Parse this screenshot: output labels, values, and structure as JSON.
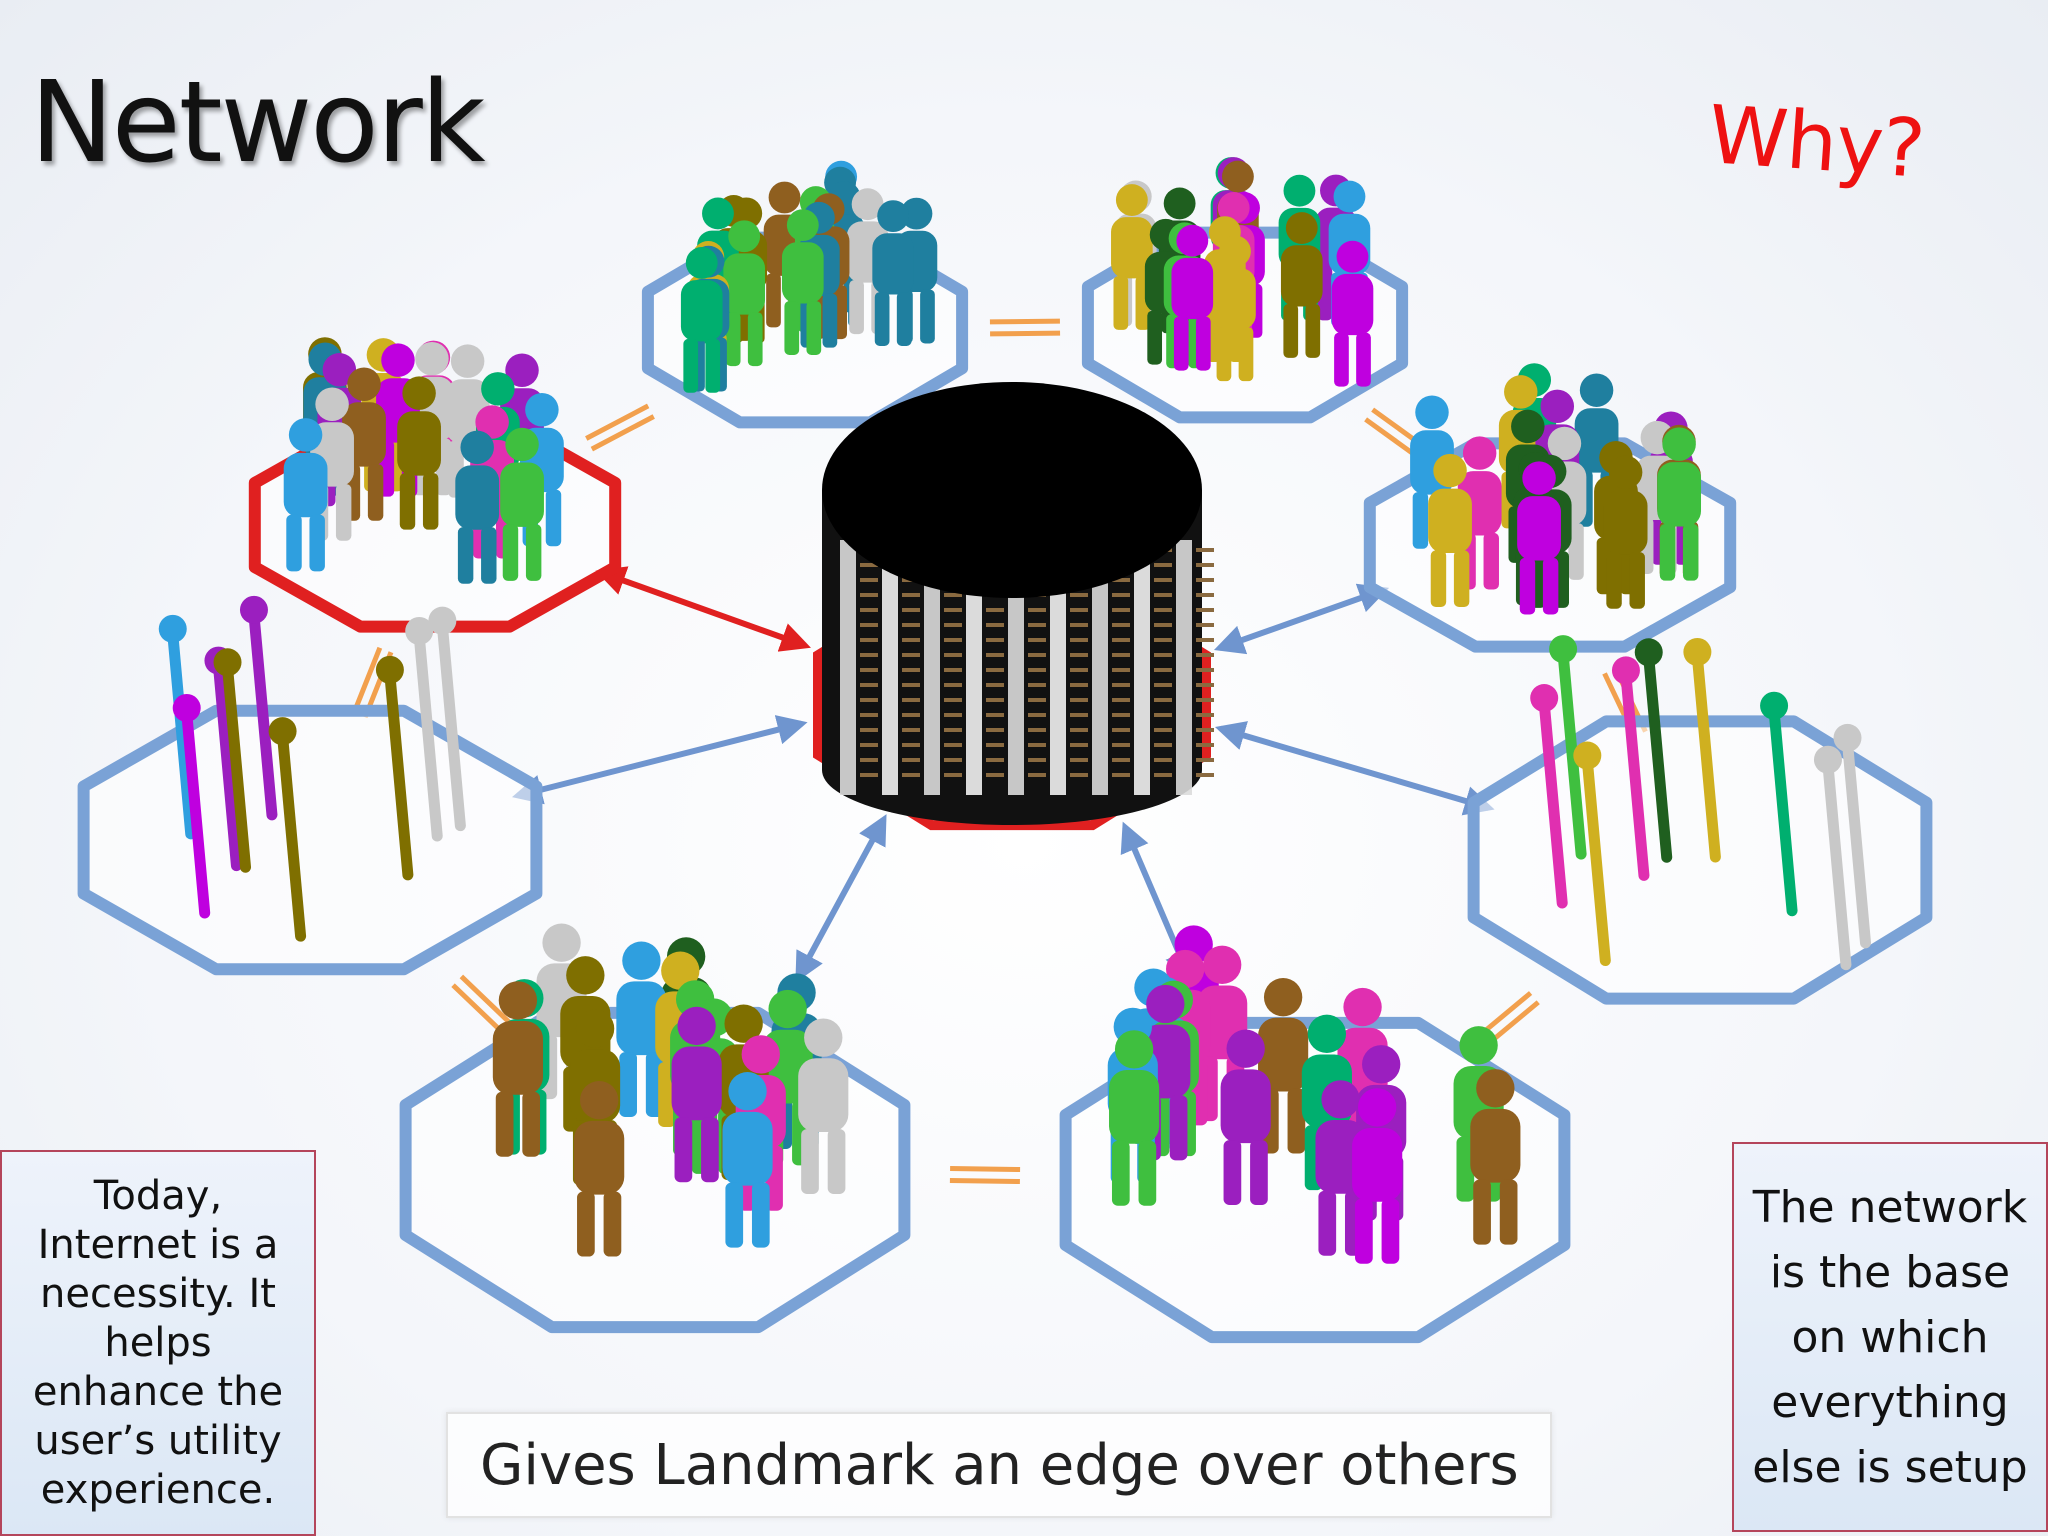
{
  "slide": {
    "title": "Network",
    "aside": "Why?",
    "note_left": "Today, Internet is a necessity. It helps enhance the user’s utility experience.",
    "note_right": "The network is the base on which everything else is setup",
    "caption": "Gives Landmark an edge over others"
  },
  "colors": {
    "hub_top": "#000000",
    "hub_ring": "#e02020",
    "highlight_group": "#e02020",
    "group_ring": "#7aa2d6",
    "arrow": "#6f95cf",
    "link": "#f2a04d",
    "title_text": "#111111",
    "aside_text": "#ee1111"
  },
  "diagram": {
    "hub": {
      "name": "central-server-hub",
      "icon": "server-cylinder-icon"
    },
    "groups": [
      {
        "name": "user-group-top-left",
        "highlighted": false,
        "style": "people"
      },
      {
        "name": "user-group-top-right",
        "highlighted": false,
        "style": "people"
      },
      {
        "name": "user-group-upper-left",
        "highlighted": true,
        "style": "people"
      },
      {
        "name": "user-group-upper-right",
        "highlighted": false,
        "style": "people"
      },
      {
        "name": "user-group-middle-left",
        "highlighted": false,
        "style": "pins"
      },
      {
        "name": "user-group-middle-right",
        "highlighted": false,
        "style": "pins"
      },
      {
        "name": "user-group-bottom-left",
        "highlighted": false,
        "style": "people"
      },
      {
        "name": "user-group-bottom-right",
        "highlighted": false,
        "style": "people"
      }
    ],
    "figure_palette": [
      "#9b1fbf",
      "#3fbf3f",
      "#1f7f9f",
      "#e02fb0",
      "#c8c8c8",
      "#2f9fdf",
      "#7f6f00",
      "#cfb020",
      "#1f5f1f",
      "#8f5f1f",
      "#bf00df",
      "#00af6f"
    ]
  }
}
